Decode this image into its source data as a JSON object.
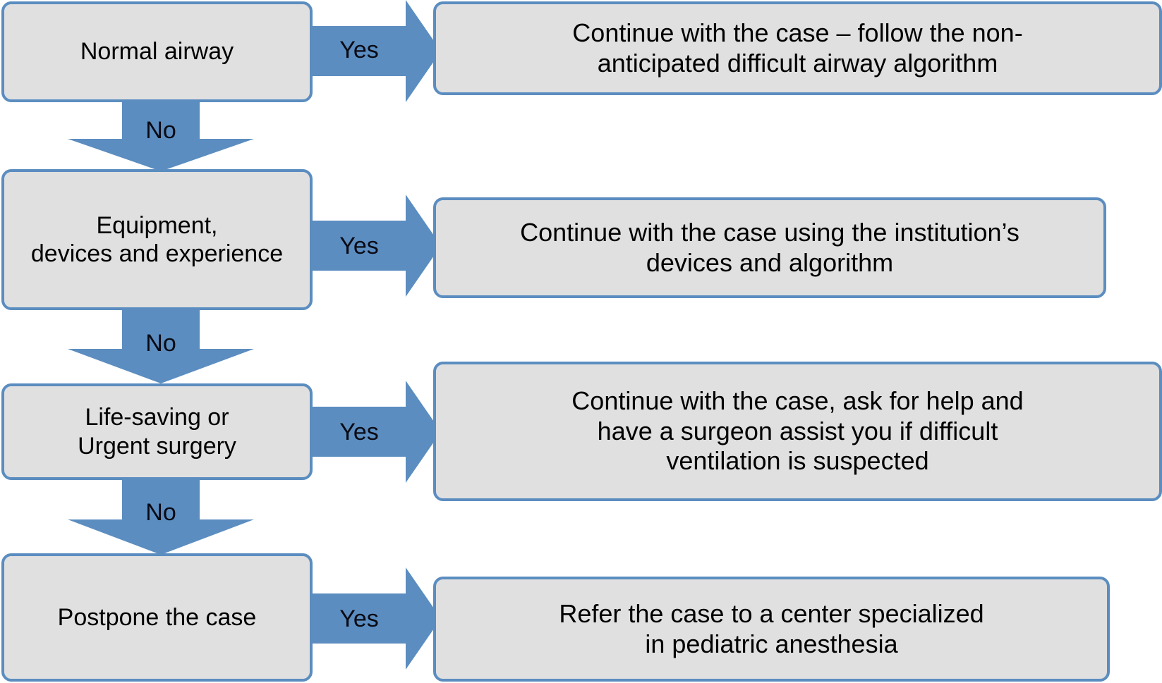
{
  "diagram": {
    "title": "Pediatric difficult airway decision flowchart",
    "colors": {
      "box_fill": "#E0E0E0",
      "box_border": "#5B8DC0",
      "arrow_fill": "#5B8DC0",
      "text": "#000000",
      "background": "#FFFFFF"
    }
  },
  "rows": [
    {
      "decision": {
        "label": "Normal airway"
      },
      "yes_arrow": {
        "label": "Yes"
      },
      "action": {
        "label": "Continue with the case – follow the non-\nanticipated difficult airway algorithm"
      },
      "no_arrow": {
        "label": "No"
      }
    },
    {
      "decision": {
        "label": "Equipment,\ndevices and experience"
      },
      "yes_arrow": {
        "label": "Yes"
      },
      "action": {
        "label": "Continue with the case using the institution’s\ndevices and algorithm"
      },
      "no_arrow": {
        "label": "No"
      }
    },
    {
      "decision": {
        "label": "Life-saving or\nUrgent surgery"
      },
      "yes_arrow": {
        "label": "Yes"
      },
      "action": {
        "label": "Continue with the case, ask for help and\nhave a surgeon assist you if difficult\nventilation is suspected"
      },
      "no_arrow": {
        "label": "No"
      }
    },
    {
      "decision": {
        "label": "Postpone the case"
      },
      "yes_arrow": {
        "label": "Yes"
      },
      "action": {
        "label": "Refer the case to a center specialized\nin pediatric anesthesia"
      },
      "no_arrow": null
    }
  ]
}
